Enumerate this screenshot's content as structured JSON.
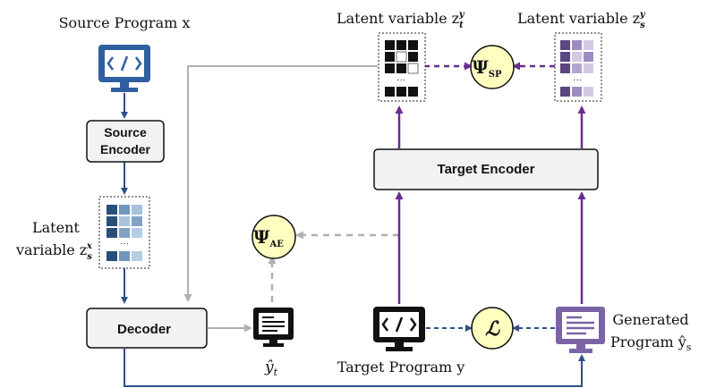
{
  "labels": {
    "source_program": "Source Program x",
    "source_encoder_line1": "Source",
    "source_encoder_line2": "Encoder",
    "latent_x_line1": "Latent",
    "latent_x_line2": "variable z",
    "latent_t": "Latent variable z",
    "latent_s": "Latent variable z",
    "psi_sp": "Ψ",
    "psi_sp_sub": "SP",
    "psi_ae": "Ψ",
    "psi_ae_sub": "AE",
    "target_encoder": "Target Encoder",
    "decoder": "Decoder",
    "loss": "ℒ",
    "target_program": "Target Program y",
    "generated_line1": "Generated",
    "generated_line2": "Program ŷ",
    "generated_sub": "s",
    "yhat_t": "ŷ",
    "yhat_t_sub": "t",
    "sup_y": "y",
    "sup_x": "x",
    "sub_s": "s",
    "sub_t": "t",
    "dots": "···"
  },
  "icons": {
    "source_program": "code-monitor-icon",
    "target_program": "code-monitor-icon",
    "decoded_output": "document-monitor-icon",
    "generated_program": "document-monitor-icon"
  },
  "colors": {
    "blue": "#2f4f86",
    "purple": "#6a2c91",
    "gray": "#b0b0b0",
    "psi_fill": "#ffffc0",
    "box_fill": "#f2f2f2"
  }
}
